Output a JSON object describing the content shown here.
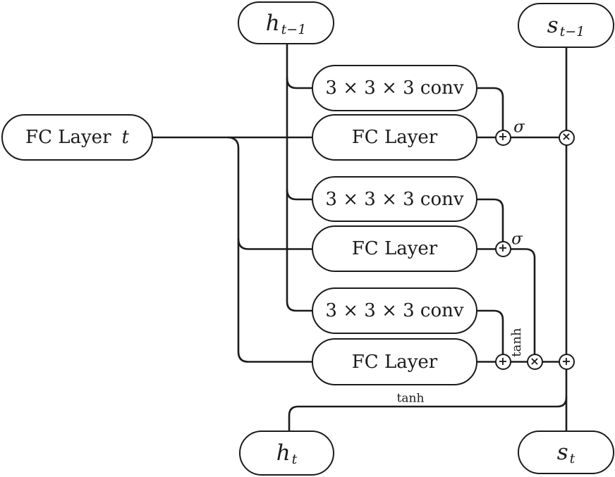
{
  "nodes": {
    "h_prev": {
      "base": "h",
      "sub": "t−1"
    },
    "s_prev": {
      "base": "s",
      "sub": "t−1"
    },
    "fc_t": {
      "label": "FC Layer",
      "var": "t"
    },
    "conv1": {
      "label": "3 × 3 × 3 conv"
    },
    "fc1": {
      "label": "FC Layer"
    },
    "conv2": {
      "label": "3 × 3 × 3 conv"
    },
    "fc2": {
      "label": "FC Layer"
    },
    "conv3": {
      "label": "3 × 3 × 3 conv"
    },
    "fc3": {
      "label": "FC Layer"
    },
    "h_t": {
      "base": "h",
      "sub": "t"
    },
    "s_t": {
      "base": "s",
      "sub": "t"
    }
  },
  "operators": {
    "plus_glyph": "+",
    "times_glyph": "×"
  },
  "labels": {
    "sigma_gate1": "σ",
    "sigma_gate2": "σ",
    "tanh_gate": "tanh",
    "tanh_output": "tanh"
  },
  "colors": {
    "stroke": "#1b1b1b",
    "background": "#ffffff"
  }
}
